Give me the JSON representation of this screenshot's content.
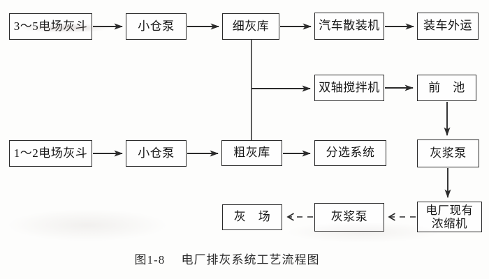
{
  "figure": {
    "caption": "图1-8　 电厂排灰系统工艺流程图"
  },
  "colors": {
    "line": "#2b2b2b",
    "box_border": "#2a2a2a",
    "text": "#161616",
    "background": "#fdfdfc"
  },
  "nodes": {
    "hopper35": {
      "label": "3～5电场灰斗"
    },
    "pump_a": {
      "label": "小仓泵"
    },
    "fine_silo": {
      "label": "细灰库"
    },
    "truck_loader": {
      "label": "汽车散装机"
    },
    "load_out": {
      "label": "装车外运"
    },
    "mixer": {
      "label": "双轴搅拌机"
    },
    "fore_pool": {
      "label": "前　池"
    },
    "hopper12": {
      "label": "1～2电场灰斗"
    },
    "pump_b": {
      "label": "小仓泵"
    },
    "coarse_silo": {
      "label": "粗灰库"
    },
    "sorting": {
      "label": "分选系统"
    },
    "slurry_pump_a": {
      "label": "灰浆泵"
    },
    "ash_yard": {
      "label": "灰　场"
    },
    "slurry_pump_b": {
      "label": "灰浆泵"
    },
    "thickener": {
      "label": "电厂现有\n浓缩机"
    }
  },
  "edges": [
    {
      "from": "hopper35",
      "to": "pump_a",
      "style": "solid-arrow"
    },
    {
      "from": "pump_a",
      "to": "fine_silo",
      "style": "solid-arrow"
    },
    {
      "from": "fine_silo",
      "to": "truck_loader",
      "style": "solid-arrow"
    },
    {
      "from": "truck_loader",
      "to": "load_out",
      "style": "solid-arrow"
    },
    {
      "from": "fine_silo",
      "to": "coarse_silo",
      "style": "plain-line"
    },
    {
      "from": "fine_silo",
      "to": "mixer",
      "style": "solid-arrow"
    },
    {
      "from": "mixer",
      "to": "fore_pool",
      "style": "solid-arrow"
    },
    {
      "from": "fore_pool",
      "to": "slurry_pump_a",
      "style": "solid-arrow"
    },
    {
      "from": "slurry_pump_a",
      "to": "thickener",
      "style": "solid-arrow"
    },
    {
      "from": "hopper12",
      "to": "pump_b",
      "style": "solid-arrow"
    },
    {
      "from": "pump_b",
      "to": "coarse_silo",
      "style": "solid-arrow"
    },
    {
      "from": "coarse_silo",
      "to": "sorting",
      "style": "solid-arrow"
    },
    {
      "from": "thickener",
      "to": "slurry_pump_b",
      "style": "dashed-arrow"
    },
    {
      "from": "slurry_pump_b",
      "to": "ash_yard",
      "style": "dashed-arrow"
    }
  ]
}
